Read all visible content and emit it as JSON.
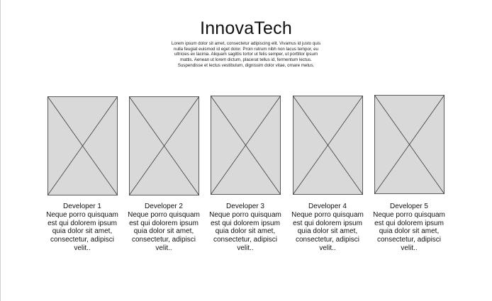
{
  "header": {
    "title": "InnovaTech",
    "intro": "Lorem ipsum dolor sit amet, consectetur adipiscing elit. Vivamus id justo quis nulla feugiat euismod id eget dolor. Proin rutrum nibh non lacus tempor, eu ultricies ex lacinia. Aliquam sagittis tortor ut felis semper, ut porttitor ipsum mattis. Aenean ut lorem dictum, placerat tellus id, fermentum lectus. Suspendisse et lectus vestibulum, dignissim dolor vitae, ornare metus."
  },
  "developers": [
    {
      "name": "Developer 1",
      "description": "Neque porro quisquam est qui dolorem ipsum quia dolor sit amet, consectetur, adipisci velit.."
    },
    {
      "name": "Developer 2",
      "description": "Neque porro quisquam est qui dolorem ipsum quia dolor sit amet, consectetur, adipisci velit.."
    },
    {
      "name": "Developer 3",
      "description": "Neque porro quisquam est qui dolorem ipsum quia dolor sit amet, consectetur, adipisci velit.."
    },
    {
      "name": "Developer 4",
      "description": "Neque porro quisquam est qui dolorem ipsum quia dolor sit amet, consectetur, adipisci velit.."
    },
    {
      "name": "Developer 5",
      "description": "Neque porro quisquam est qui dolorem ipsum quia dolor sit amet, consectetur, adipisci velit.."
    }
  ],
  "colors": {
    "placeholder_fill": "#d9d9d9",
    "placeholder_stroke": "#3a3a3a",
    "text": "#111111"
  },
  "icons": {
    "placeholder": "image-placeholder-icon"
  }
}
